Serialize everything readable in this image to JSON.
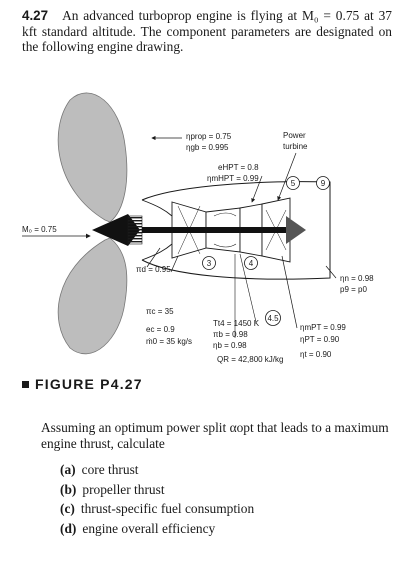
{
  "problem": {
    "number": "4.27",
    "text": "An advanced turboprop engine is flying at M₀ = 0.75 at 37 kft standard altitude. The component parameters are designated on the following engine drawing."
  },
  "figure": {
    "labels": {
      "eta_prop": "ηprop = 0.75",
      "eta_gb": "ηgb = 0.995",
      "power_turbine": "Power",
      "power_turbine2": "turbine",
      "e_hpt": "eHPT = 0.8",
      "eta_mhpt": "ηmHPT = 0.99",
      "station5": "5",
      "station9": "9",
      "mach": "M₀ = 0.75",
      "pi_d": "πd = 0.95",
      "eta_n": "ηn = 0.98",
      "p9": "p9 = p0",
      "station3": "3",
      "station4": "4",
      "station45": "4.5",
      "pi_c": "πc = 35",
      "e_c": "ec = 0.9",
      "m0": "ṁ0 = 35 kg/s",
      "t_t4": "Tt4 = 1450 K",
      "pi_b": "πb = 0.98",
      "eta_b": "ηb = 0.98",
      "q_r": "QR = 42,800 kJ/kg",
      "eta_mpt": "ηmPT = 0.99",
      "eta_pt": "ηPT = 0.90",
      "eta_t": "ηt = 0.90"
    }
  },
  "caption": "FIGURE P4.27",
  "question": "Assuming an optimum power split αopt that leads to a maximum engine thrust, calculate",
  "parts": [
    {
      "label": "(a)",
      "text": "core thrust"
    },
    {
      "label": "(b)",
      "text": "propeller thrust"
    },
    {
      "label": "(c)",
      "text": "thrust-specific fuel consumption"
    },
    {
      "label": "(d)",
      "text": "engine overall efficiency"
    }
  ]
}
